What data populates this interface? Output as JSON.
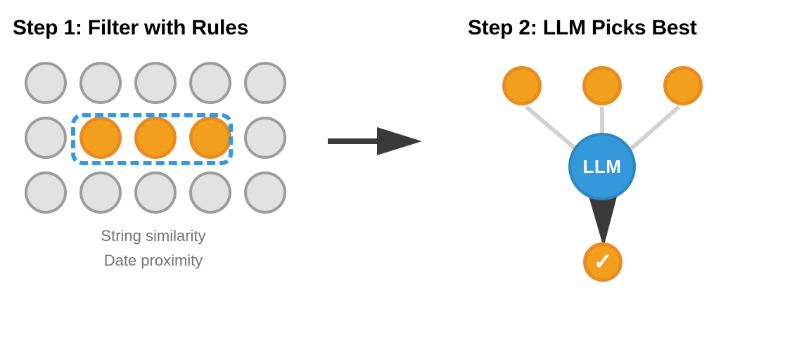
{
  "panels": {
    "step1": {
      "title": "Step 1: Filter with Rules",
      "captions": [
        "String similarity",
        "Date proximity"
      ],
      "grid": {
        "rows": 3,
        "columns": 5,
        "node_states": [
          [
            "inactive",
            "inactive",
            "inactive",
            "inactive",
            "inactive"
          ],
          [
            "inactive",
            "selected",
            "selected",
            "selected",
            "inactive"
          ],
          [
            "inactive",
            "inactive",
            "inactive",
            "inactive",
            "inactive"
          ]
        ],
        "selected_count": 3,
        "selection_label": "selection-box"
      }
    },
    "step2": {
      "title": "Step 2: LLM Picks Best",
      "candidate_count": 3,
      "llm_label": "LLM",
      "winner_glyph": "✓",
      "edges": [
        {
          "from": "candidate-1",
          "to": "llm"
        },
        {
          "from": "candidate-2",
          "to": "llm"
        },
        {
          "from": "candidate-3",
          "to": "llm"
        },
        {
          "from": "llm",
          "to": "winner"
        }
      ]
    }
  },
  "flow": {
    "arrow_direction": "right",
    "arrow_label": "leads-to"
  },
  "colors": {
    "orange_fill": "#f29f1e",
    "orange_stroke": "#e88c22",
    "grey_fill": "#e2e2e2",
    "grey_stroke": "#9d9d9d",
    "blue_fill": "#3498db",
    "blue_stroke": "#2b87c6",
    "dashed_blue": "#3399e6",
    "arrow_dark": "#3a3a3a",
    "edge_grey": "#d2d2d2",
    "caption_grey": "#737373",
    "title_black": "#000000",
    "background": "#ffffff"
  }
}
